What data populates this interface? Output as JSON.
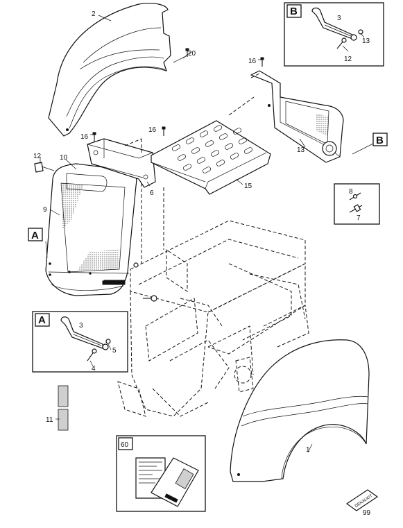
{
  "callouts": {
    "p1": "1",
    "p2": "2",
    "p3a": "3",
    "p3b": "3",
    "p4": "4",
    "p5": "5",
    "p6": "6",
    "p7": "7",
    "p8": "8",
    "p9": "9",
    "p10": "10",
    "p11": "11",
    "p12a": "12",
    "p12b": "12",
    "p13a": "13",
    "p13b": "13",
    "p15": "15",
    "p16a": "16",
    "p16b": "16",
    "p16c": "16",
    "p20": "20",
    "p60": "60",
    "p99": "99"
  },
  "detail_labels": {
    "a_main": "A",
    "a_box": "A",
    "b_main": "B",
    "b_box": "B"
  },
  "decal_text": "DEKALKIT"
}
